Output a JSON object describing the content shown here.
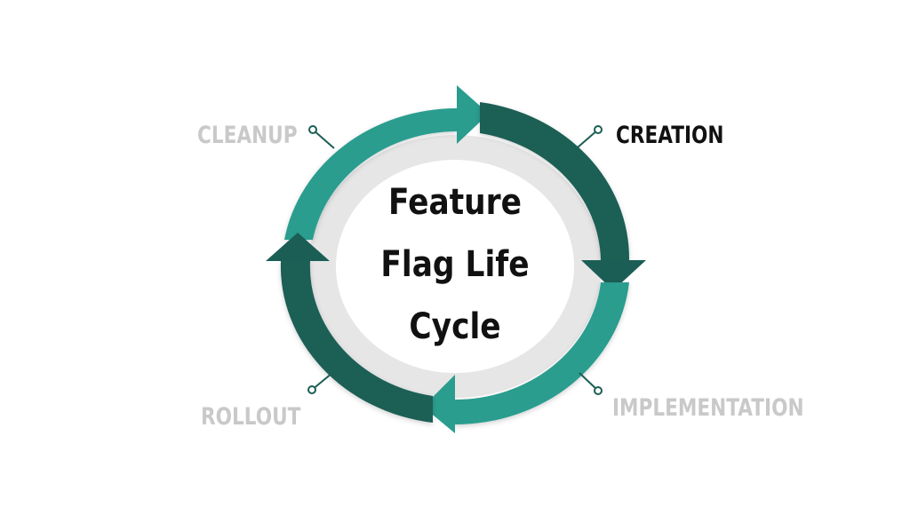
{
  "diagram": {
    "title_lines": [
      "Feature",
      "Flag Life",
      "Cycle"
    ],
    "stages": [
      {
        "id": "creation",
        "label": "CREATION",
        "active": true
      },
      {
        "id": "implementation",
        "label": "IMPLEMENTATION",
        "active": false
      },
      {
        "id": "rollout",
        "label": "ROLLOUT",
        "active": false
      },
      {
        "id": "cleanup",
        "label": "CLEANUP",
        "active": false
      }
    ]
  },
  "colors": {
    "arrow_light": "#2a9d8f",
    "arrow_dark": "#1b5e55",
    "inner_ring": "#e5e5e5",
    "label_active": "#111111",
    "label_inactive": "#c9c9c9",
    "connector": "#1b5e55"
  }
}
